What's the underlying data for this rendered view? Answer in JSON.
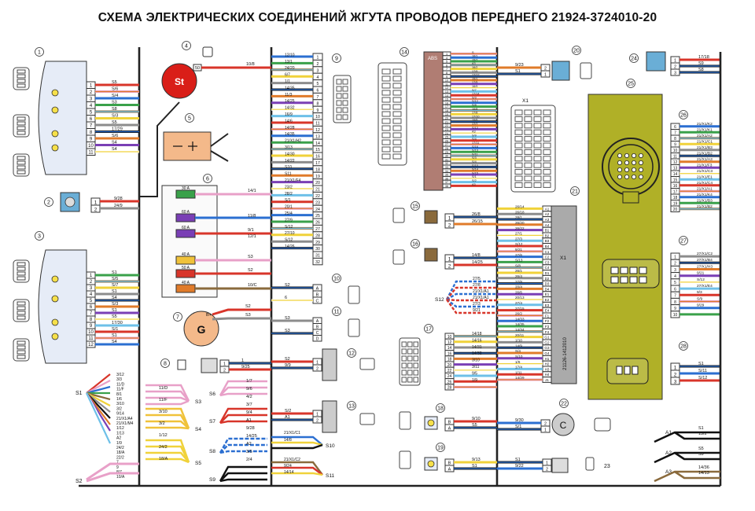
{
  "title": "СХЕМА ЭЛЕКТРИЧЕСКИХ СОЕДИНЕНИЙ ЖГУТА ПРОВОДОВ ПЕРЕДНЕГО 21924-3724010-20",
  "colors": {
    "harness": "#222222",
    "lamp_housing": "#e6ecf7",
    "starter": "#d91e18",
    "battery": "#f4b98a",
    "generator": "#f4b98a",
    "ecu_block": "#b0b027",
    "abs_block": "#b07d73",
    "ecu_connector": "#aaaaaa",
    "actuator": "#6aaed6"
  },
  "component_numbers": [
    "1",
    "2",
    "3",
    "4",
    "5",
    "6",
    "7",
    "8",
    "9",
    "10",
    "11",
    "12",
    "13",
    "14",
    "15",
    "16",
    "17",
    "18",
    "19",
    "20",
    "21",
    "22",
    "23",
    "24",
    "25",
    "26",
    "27",
    "28"
  ],
  "labels": {
    "starter": "St",
    "generator": "G",
    "generator_terminal": "B+",
    "abs": "ABS",
    "x1": "X1",
    "x1_top": "X1",
    "ecu_code": "21126-1412010",
    "starter_terminal": "50",
    "fuses": [
      "30 A",
      "60 A",
      "60 A",
      "40 A",
      "50 A",
      "40 A"
    ]
  },
  "splices": [
    "S1",
    "S2",
    "S3",
    "S4",
    "S5",
    "S6",
    "S7",
    "S8",
    "S9",
    "S10",
    "S11",
    "S12",
    "A1",
    "A2",
    "A3"
  ],
  "wire_codes": {
    "starter": [
      "10/8"
    ],
    "c2": [
      "9/28",
      "24/9"
    ],
    "fusebox": [
      "14/1",
      "11/8",
      "9/1",
      "12/1",
      "S3",
      "S2",
      "10/C"
    ],
    "generator": [
      "S2",
      "S3"
    ],
    "c8": [
      "1",
      "9/25"
    ],
    "left_bundle": [
      "3/12",
      "3/3",
      "11/D",
      "11/F",
      "8/1",
      "1/6",
      "3/10",
      "3/2",
      "9/14",
      "21/X1/A4",
      "21/X1/M4",
      "1/12",
      "1/13",
      "A2",
      "1/9",
      "24/2",
      "18/A",
      "22/2",
      "7",
      "9",
      "8/7",
      "10/A"
    ],
    "mid_bundle": [
      "1/7",
      "9/6",
      "4/2",
      "3/7",
      "9/4",
      "A1",
      "9/28",
      "14/25",
      "A2",
      "3/5",
      "2/4"
    ],
    "c9_left": [
      "12/10",
      "13/1",
      "24/20",
      "6/7",
      "1/1",
      "14/35",
      "11/3",
      "14/25",
      "14/32",
      "16/9",
      "14/6",
      "14/28",
      "14/35",
      "21/X1/H2",
      "3/13",
      "14/30",
      "14/22",
      "S10",
      "S11",
      "21/X1/F4",
      "23/2",
      "28/2",
      "S/1",
      "20/1",
      "25/4",
      "27/9",
      "S/12",
      "27/10",
      "S/12",
      "14/26"
    ],
    "c9_right": [
      "1",
      "2",
      "3",
      "4",
      "5",
      "6",
      "7",
      "8",
      "9",
      "10",
      "11",
      "12",
      "13",
      "14",
      "15",
      "16",
      "17",
      "18",
      "19",
      "20",
      "21",
      "22",
      "23",
      "24",
      "25",
      "26",
      "27",
      "28",
      "29",
      "30",
      "31",
      "32"
    ],
    "c10": [
      "S2",
      "6"
    ],
    "c11": [
      "S3",
      "S3"
    ],
    "c12": [
      "S2",
      "9/9"
    ],
    "c13": [
      "S/2",
      "A1"
    ],
    "s10_s11": [
      "21/X1/C1",
      "14/8",
      "21/X1/C2",
      "9/24",
      "14/14"
    ],
    "c14_left": [
      "1",
      "4",
      "5",
      "6",
      "7",
      "8",
      "9",
      "10",
      "11",
      "12",
      "13",
      "14",
      "15",
      "16",
      "17",
      "18",
      "19",
      "20",
      "21",
      "22",
      "23",
      "24",
      "25",
      "26",
      "27",
      "28",
      "29",
      "30",
      "31",
      "32",
      "33",
      "34",
      "35",
      "36",
      "37",
      "38"
    ],
    "c14_right": [
      "S",
      "16/1",
      "15/7",
      "A3",
      "16/2",
      "17/9",
      "17/12",
      "15/1",
      "17/5",
      "16/9",
      "S/7",
      "17/14",
      "S/3",
      "S/12",
      "S/8",
      "16/8",
      "17/8",
      "17/10",
      "15/5",
      "17/7",
      "S/12",
      "A3",
      "S/9",
      "S/4",
      "17/11",
      "S/16",
      "S/13",
      "S/11",
      "S/3",
      "S/4",
      "S/10",
      "S/14",
      "S/15",
      "S/1",
      "S/2",
      "A3"
    ],
    "c15": [
      "26/8",
      "26/15"
    ],
    "c16": [
      "14/8",
      "14/25"
    ],
    "s12": [
      "27/5",
      "27/8",
      "21/X1/A1",
      "21/X1/A1",
      "27/3",
      "9/21"
    ],
    "c17_left": [
      "10",
      "11",
      "12",
      "13",
      "14",
      "15",
      "16",
      "17",
      "18",
      "19",
      "20",
      "21",
      "22",
      "23",
      "24",
      "25",
      "26",
      "27",
      "28",
      "29",
      "30",
      "31",
      "32",
      "33"
    ],
    "c17_right": [
      "14/18",
      "14/16",
      "14/31",
      "14/32",
      "3/10",
      "3/11",
      "9/5",
      "1/9"
    ],
    "c18": [
      "9/10",
      "S5"
    ],
    "c19": [
      "9/13",
      "S1"
    ],
    "c20": [
      "9/23",
      "S1"
    ],
    "c21_left": [
      "26/14",
      "26/18",
      "28/1",
      "26/20",
      "26/22",
      "27/1",
      "27/3",
      "S/12",
      "9/21",
      "27/6",
      "S/13",
      "S/8",
      "26/1",
      "26/4",
      "27/8",
      "20/4",
      "26/6",
      "20/13",
      "27/4",
      "27/15",
      "26/2",
      "14/33",
      "14/35",
      "14/34",
      "20/11",
      "1/10",
      "14/9",
      "S/4",
      "S/10",
      "1/6",
      "17/4",
      "1/11",
      "14/29"
    ],
    "c21_right": [
      "A1",
      "A2",
      "A3",
      "A4",
      "B1",
      "B2",
      "B3",
      "B4",
      "C1",
      "C2",
      "C3",
      "C4",
      "D1",
      "D2",
      "D3",
      "D4",
      "E1",
      "E2",
      "E3",
      "E4",
      "F1",
      "F2",
      "F3",
      "F4",
      "G1",
      "G2",
      "G3",
      "G4",
      "H1",
      "H2",
      "H3",
      "H4",
      "J1",
      "J2",
      "J3",
      "J4",
      "K1",
      "K2",
      "K3",
      "K4",
      "L1",
      "L2",
      "L3",
      "L4",
      "M1",
      "M2",
      "M3",
      "M4"
    ],
    "c22": [
      "9/30",
      "S/1"
    ],
    "c23": [
      "S1",
      "9/22"
    ],
    "c24": [
      "17/18",
      "S9",
      "S8"
    ],
    "c26_left": [
      "21/X1/K2",
      "21/X1/K1",
      "21/X1/A2",
      "21/X1/C1",
      "21/X1/B3",
      "21/X1/B2",
      "21/X1/A3",
      "21/X1/F3",
      "21/X1/C3",
      "21/X1/E1",
      "21/X1/C4",
      "21/X1/A1",
      "21/X1/K4",
      "21/X1/B3",
      "21/X1/B2"
    ],
    "c26_right": [
      "6",
      "7",
      "8",
      "9",
      "10",
      "11",
      "12",
      "13",
      "14",
      "15",
      "16",
      "17",
      "18",
      "19",
      "20"
    ],
    "c27_left": [
      "27/X1/C2",
      "27/X1/B4",
      "27/X1/H3",
      "9/21",
      "S/12",
      "27/X1/E4",
      "9/3",
      "S/9",
      "9/29"
    ],
    "c27_right": [
      "1",
      "2",
      "3",
      "4",
      "5",
      "6",
      "7",
      "8",
      "9",
      "10"
    ],
    "c28": [
      "S1",
      "S/11",
      "S/12"
    ],
    "bottom_right": [
      "S1",
      "13/2",
      "S5",
      "S9",
      "14/36",
      "14/13"
    ]
  }
}
